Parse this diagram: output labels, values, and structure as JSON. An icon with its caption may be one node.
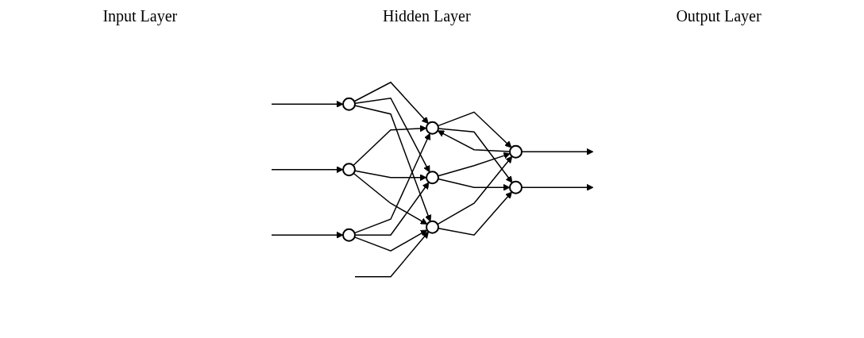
{
  "diagram": {
    "nodes": [
      {
        "text": [],
        "shape": "circle"
      },
      {
        "text": [],
        "shape": "circle"
      },
      {
        "text": [],
        "shape": "circle"
      },
      {
        "text": [],
        "shape": "circle"
      },
      {
        "text": [],
        "shape": "circle"
      },
      {
        "text": [],
        "shape": "circle"
      },
      {
        "text": [],
        "shape": "circle"
      },
      {
        "text": [],
        "shape": "circle"
      }
    ],
    "edges": [
      {
        "from": null,
        "to": 0,
        "arrow": "to"
      },
      {
        "from": null,
        "to": 1,
        "arrow": "to"
      },
      {
        "from": null,
        "to": 2,
        "arrow": "to"
      },
      {
        "from": 0,
        "to": 3,
        "arrow": "to"
      },
      {
        "from": 0,
        "to": 4,
        "arrow": "to"
      },
      {
        "from": 0,
        "to": 5,
        "arrow": "to"
      },
      {
        "from": 1,
        "to": 3,
        "arrow": "to"
      },
      {
        "from": 1,
        "to": 4,
        "arrow": "to"
      },
      {
        "from": 1,
        "to": 5,
        "arrow": "to"
      },
      {
        "from": 2,
        "to": 3,
        "arrow": "to"
      },
      {
        "from": 2,
        "to": 4,
        "arrow": "to"
      },
      {
        "from": 2,
        "to": 5,
        "arrow": "to"
      },
      {
        "from": 3,
        "to": 6,
        "arrow": "to"
      },
      {
        "from": 3,
        "to": 7,
        "arrow": "to"
      },
      {
        "from": 4,
        "to": 6,
        "arrow": "to"
      },
      {
        "from": 4,
        "to": 7,
        "arrow": "to"
      },
      {
        "from": 5,
        "to": 6,
        "arrow": "to"
      },
      {
        "from": 5,
        "to": 7,
        "arrow": "to"
      },
      {
        "from": 6,
        "to": 3,
        "arrow": "to"
      },
      {
        "from": null,
        "to": 5,
        "arrow": "to"
      },
      {
        "from": 6,
        "to": null,
        "arrow": "to"
      },
      {
        "from": 7,
        "to": null,
        "arrow": "to"
      }
    ],
    "labels": [
      "Input Layer",
      "Hidden Layer",
      "Output Layer"
    ]
  }
}
